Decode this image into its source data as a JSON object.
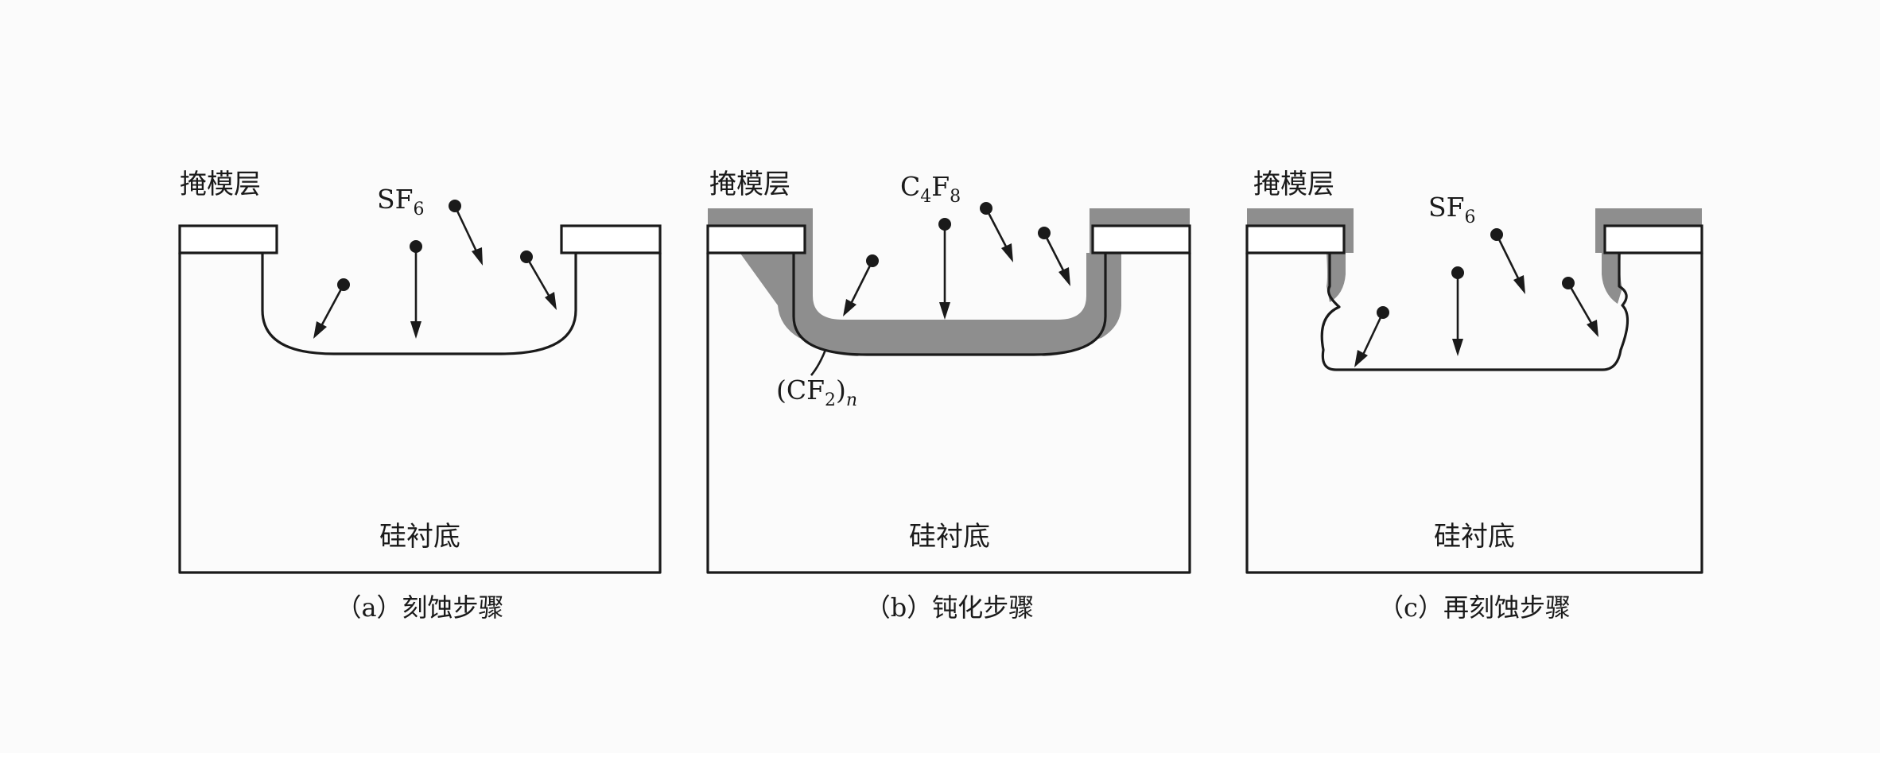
{
  "panels": [
    {
      "id": "a",
      "mask_label": "掩模层",
      "gas": {
        "base": "SF",
        "sub": "6"
      },
      "substrate_label": "硅衬底",
      "caption": "（a）刻蚀步骤"
    },
    {
      "id": "b",
      "mask_label": "掩模层",
      "gas": {
        "base1": "C",
        "sub1": "4",
        "base2": "F",
        "sub2": "8"
      },
      "polymer": {
        "open": "(CF",
        "sub": "2",
        "close": ")",
        "n": "n"
      },
      "substrate_label": "硅衬底",
      "caption": "（b）钝化步骤"
    },
    {
      "id": "c",
      "mask_label": "掩模层",
      "gas": {
        "base": "SF",
        "sub": "6"
      },
      "substrate_label": "硅衬底",
      "caption": "（c）再刻蚀步骤"
    }
  ],
  "colors": {
    "line": "#1a1a1a",
    "polymer": "#8e8e8e",
    "background": "#fbfbfb"
  }
}
